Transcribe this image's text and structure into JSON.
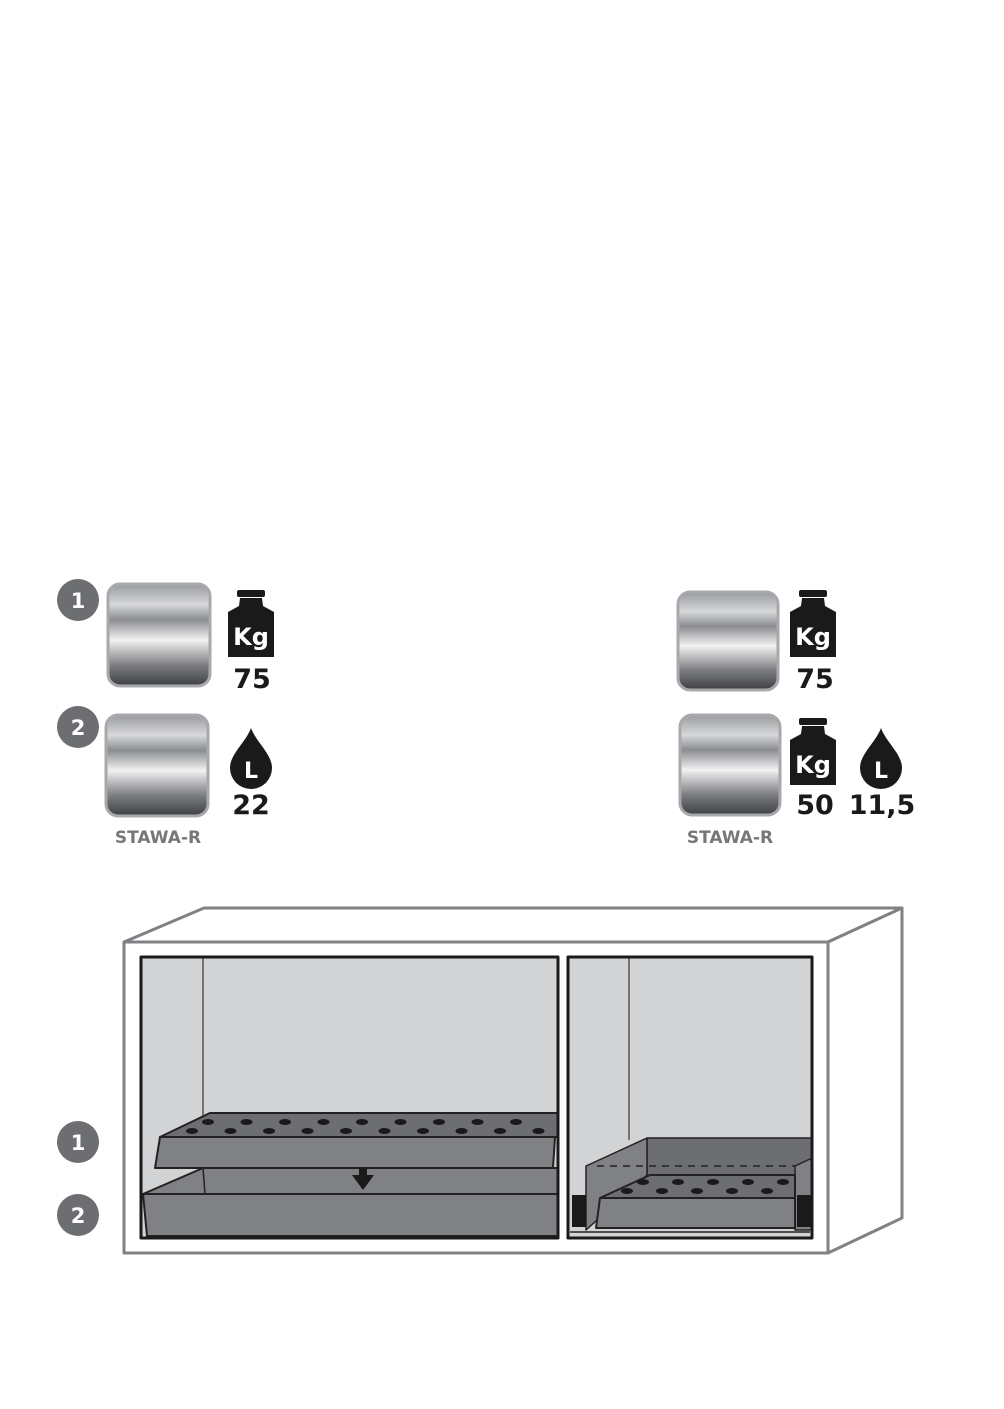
{
  "legend": {
    "left": {
      "shelf_1": {
        "badge": "1",
        "weight_icon": "Kg",
        "load": "75"
      },
      "shelf_2": {
        "badge": "2",
        "volume_icon": "L",
        "volume": "22"
      },
      "model": "STAWA-R"
    },
    "right": {
      "shelf_1": {
        "weight_icon": "Kg",
        "load": "75"
      },
      "shelf_2": {
        "weight_icon": "Kg",
        "load": "50",
        "volume_icon": "L",
        "volume": "11,5"
      },
      "model": "STAWA-R"
    }
  },
  "cabinet": {
    "badge_1": "1",
    "badge_2": "2"
  },
  "colors": {
    "interior": "#d2d3d5",
    "tray": "#808184",
    "badge": "#6d6e71",
    "outline": "#1a1a1a"
  }
}
